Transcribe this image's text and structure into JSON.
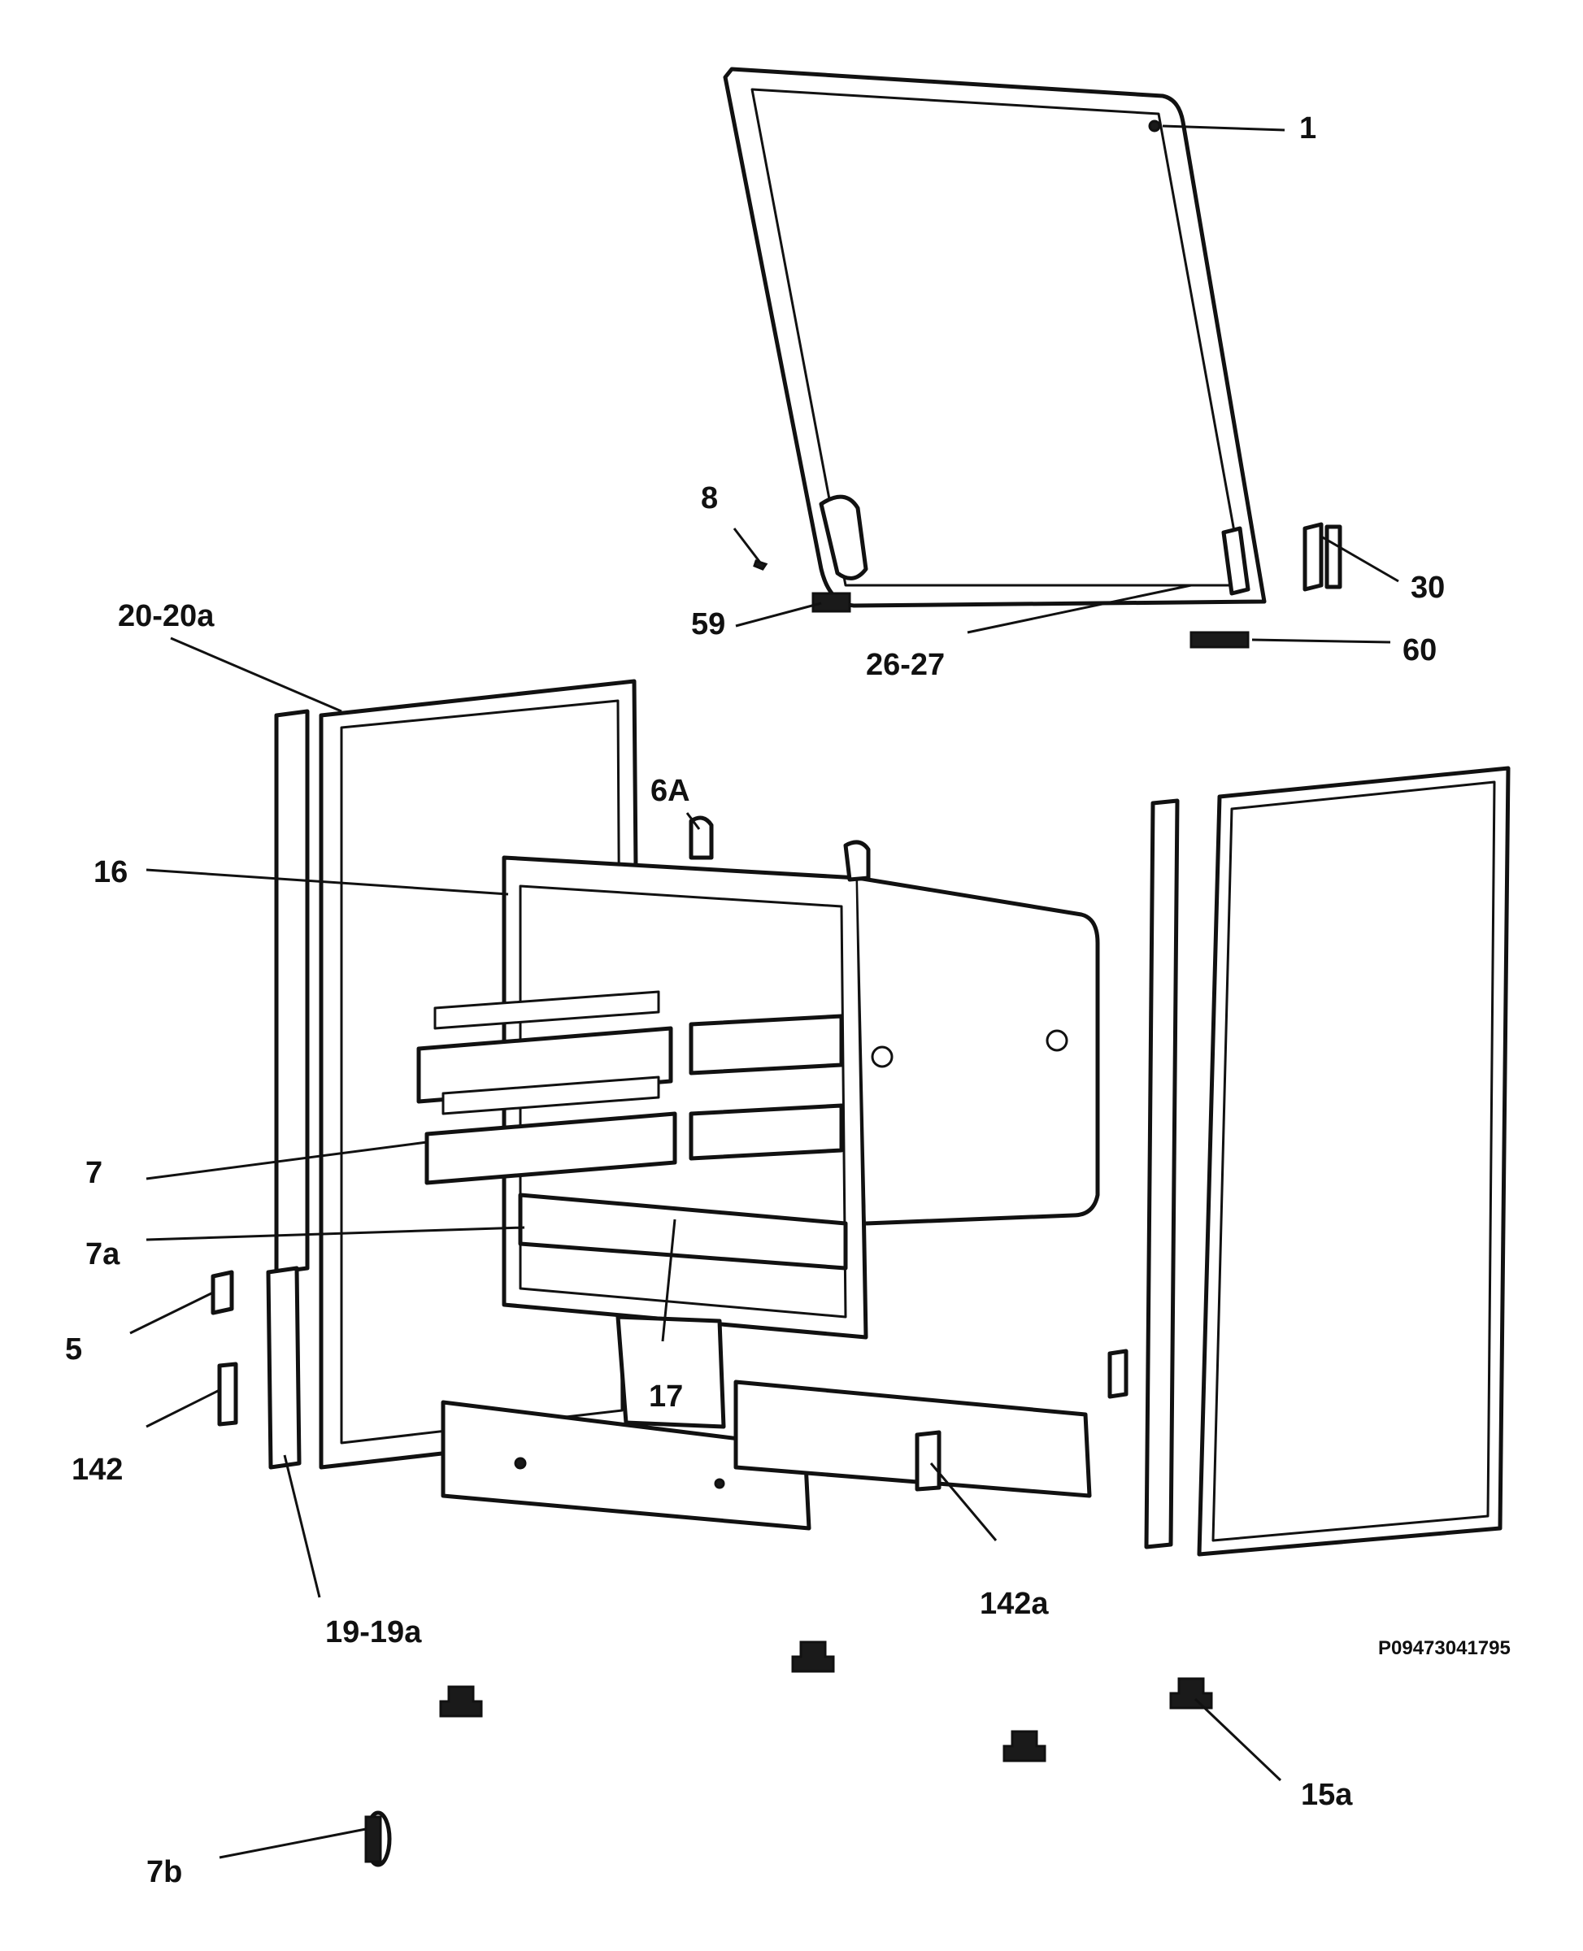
{
  "callouts": [
    {
      "id": "c1",
      "label": "1"
    },
    {
      "id": "c8",
      "label": "8"
    },
    {
      "id": "c30",
      "label": "30"
    },
    {
      "id": "c59",
      "label": "59"
    },
    {
      "id": "c26",
      "label": "26-27"
    },
    {
      "id": "c60",
      "label": "60"
    },
    {
      "id": "c20",
      "label": "20-20a"
    },
    {
      "id": "c6A",
      "label": "6A"
    },
    {
      "id": "c16",
      "label": "16"
    },
    {
      "id": "c7",
      "label": "7"
    },
    {
      "id": "c7a",
      "label": "7a"
    },
    {
      "id": "c5",
      "label": "5"
    },
    {
      "id": "c17",
      "label": "17"
    },
    {
      "id": "c142",
      "label": "142"
    },
    {
      "id": "c142a",
      "label": "142a"
    },
    {
      "id": "c19",
      "label": "19-19a"
    },
    {
      "id": "c15a",
      "label": "15a"
    },
    {
      "id": "c7b",
      "label": "7b"
    }
  ],
  "reference_code": "P09473041795"
}
